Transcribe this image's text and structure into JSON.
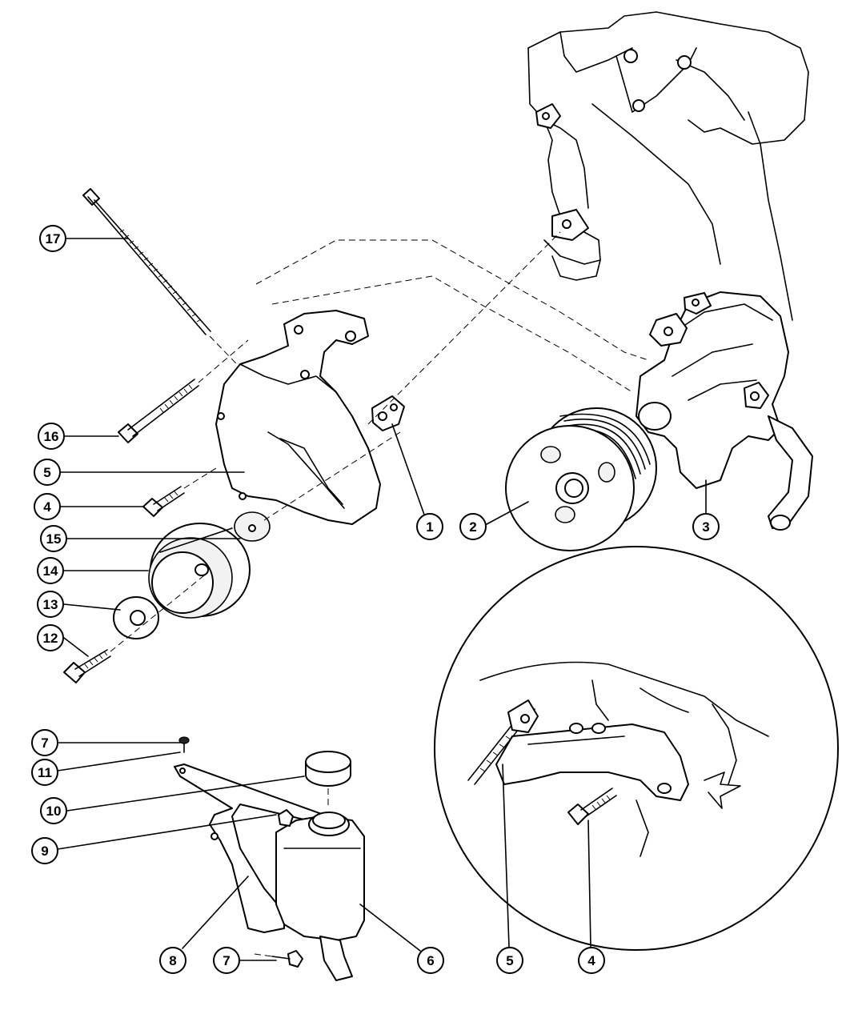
{
  "callouts": [
    {
      "id": "c17",
      "label": "17"
    },
    {
      "id": "c16",
      "label": "16"
    },
    {
      "id": "c5a",
      "label": "5"
    },
    {
      "id": "c4a",
      "label": "4"
    },
    {
      "id": "c15",
      "label": "15"
    },
    {
      "id": "c14",
      "label": "14"
    },
    {
      "id": "c13",
      "label": "13"
    },
    {
      "id": "c12",
      "label": "12"
    },
    {
      "id": "c1",
      "label": "1"
    },
    {
      "id": "c2",
      "label": "2"
    },
    {
      "id": "c3",
      "label": "3"
    },
    {
      "id": "c7a",
      "label": "7"
    },
    {
      "id": "c11",
      "label": "11"
    },
    {
      "id": "c10",
      "label": "10"
    },
    {
      "id": "c9",
      "label": "9"
    },
    {
      "id": "c8",
      "label": "8"
    },
    {
      "id": "c7b",
      "label": "7"
    },
    {
      "id": "c6",
      "label": "6"
    },
    {
      "id": "c5b",
      "label": "5"
    },
    {
      "id": "c4b",
      "label": "4"
    }
  ]
}
